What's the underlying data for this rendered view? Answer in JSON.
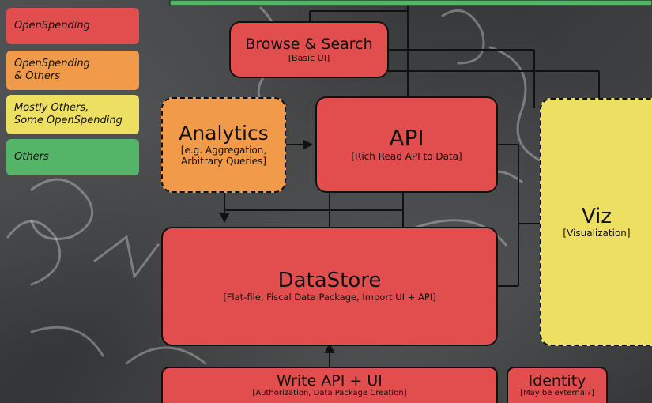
{
  "legend": [
    {
      "label": "OpenSpending",
      "color": "#e24d4d"
    },
    {
      "label": "OpenSpending\n& Others",
      "color": "#f19a4a"
    },
    {
      "label": "Mostly Others,\nSome OpenSpending",
      "color": "#ecdf62"
    },
    {
      "label": "Others",
      "color": "#54b468"
    }
  ],
  "nodes": {
    "browse": {
      "title": "Browse & Search",
      "sub": "[Basic UI]"
    },
    "analytics": {
      "title": "Analytics",
      "sub": "[e.g. Aggregation,\nArbitrary Queries]"
    },
    "api": {
      "title": "API",
      "sub": "[Rich Read API to Data]"
    },
    "viz": {
      "title": "Viz",
      "sub": "[Visualization]"
    },
    "datastore": {
      "title": "DataStore",
      "sub": "[Flat-file, Fiscal Data Package, Import UI + API]"
    },
    "write": {
      "title": "Write API + UI",
      "sub": "[Authorization, Data Package Creation]"
    },
    "identity": {
      "title": "Identity",
      "sub": "[May be external?]"
    }
  }
}
